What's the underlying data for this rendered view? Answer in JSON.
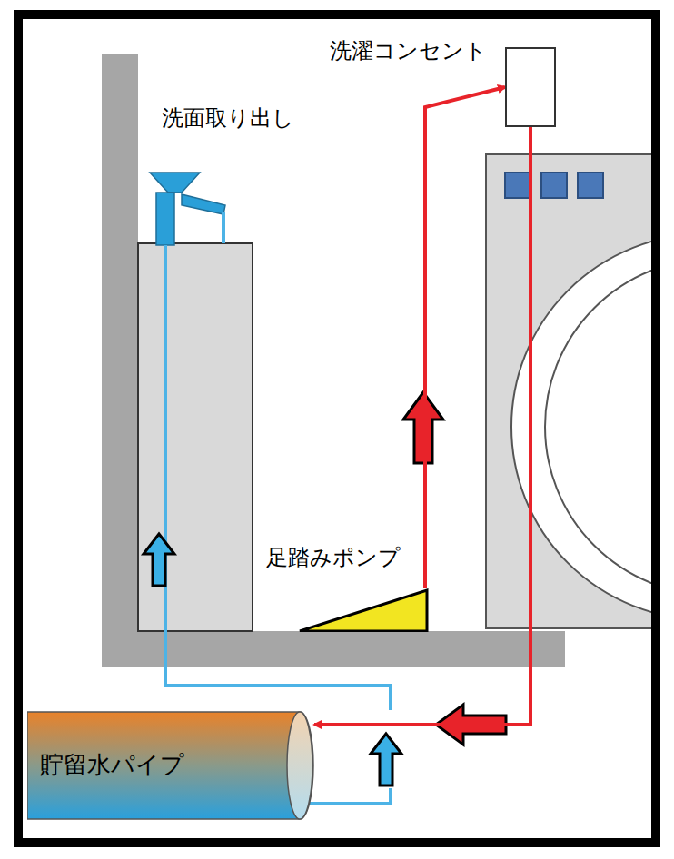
{
  "diagram": {
    "nodes": [
      {
        "text": [
          "洗濯コンセント"
        ]
      },
      {
        "text": [
          "足踏みポンプ"
        ]
      },
      {
        "text": [
          "貯留水パイプ"
        ]
      }
    ],
    "edges": [
      {
        "from": 1,
        "to": 0,
        "arrow": "to"
      },
      {
        "from": 0,
        "to": 2,
        "arrow": "to"
      }
    ],
    "labels": [
      "洗面取り出し"
    ]
  }
}
